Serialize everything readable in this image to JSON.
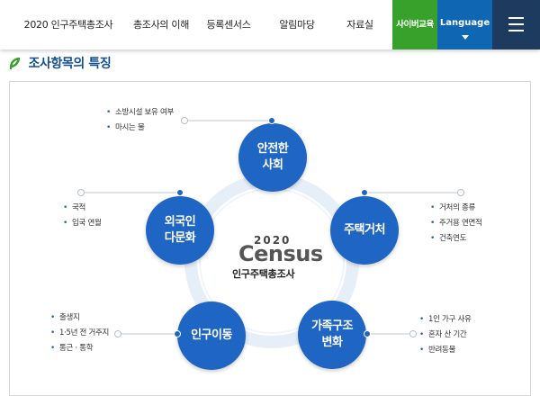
{
  "nav": {
    "items": [
      "2020 인구주택총조사",
      "총조사의 이해",
      "등록센서스",
      "알림마당",
      "자료실"
    ],
    "cyber_edu": "사이버교육",
    "language": "Language"
  },
  "section_title": "조사항목의 특징",
  "center": {
    "year": "2020",
    "logo_word": "Census",
    "subtitle": "인구주택총조사"
  },
  "topics": [
    {
      "label": "안전한\n사회",
      "bullets": [
        "소방시설 보유 여부",
        "마시는 물"
      ]
    },
    {
      "label": "주택거처",
      "bullets": [
        "거처의 종류",
        "주거용 연면적",
        "건축연도"
      ]
    },
    {
      "label": "가족구조\n변화",
      "bullets": [
        "1인 가구 사유",
        "혼자 산 기간",
        "반려동물"
      ]
    },
    {
      "label": "인구이동",
      "bullets": [
        "출생지",
        "1·5년 전 거주지",
        "통근 · 통학"
      ]
    },
    {
      "label": "외국인\n다문화",
      "bullets": [
        "국적",
        "입국 연월"
      ]
    }
  ],
  "colors": {
    "primary_blue": "#1f66c4",
    "cyber_green": "#37a12b",
    "lang_blue": "#0f67b3",
    "menu_navy": "#1c3b5e",
    "ring": "#dde9f6"
  }
}
